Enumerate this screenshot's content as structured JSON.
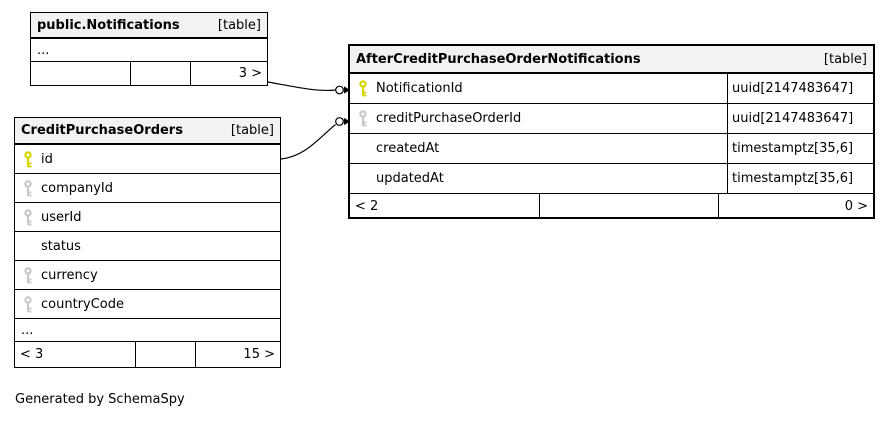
{
  "caption": "Generated by SchemaSpy",
  "colors": {
    "header_bg": "#f2f2f2",
    "primary_key_icon": "#d6d600",
    "index_key_icon": "#c9c9c9",
    "border": "#000000",
    "background": "#ffffff"
  },
  "tables": [
    {
      "title": "public.Notifications",
      "tag": "[table]",
      "more_columns_indicator": "...",
      "footer": {
        "left": "",
        "mid": "",
        "right": "3 >"
      }
    },
    {
      "title": "CreditPurchaseOrders",
      "tag": "[table]",
      "columns": [
        {
          "name": "id",
          "key": "primary"
        },
        {
          "name": "companyId",
          "key": "index"
        },
        {
          "name": "userId",
          "key": "index"
        },
        {
          "name": "status",
          "key": "none"
        },
        {
          "name": "currency",
          "key": "index"
        },
        {
          "name": "countryCode",
          "key": "index"
        }
      ],
      "more_columns_indicator": "...",
      "footer": {
        "left": "< 3",
        "mid": "",
        "right": "15 >"
      }
    },
    {
      "title": "AfterCreditPurchaseOrderNotifications",
      "tag": "[table]",
      "columns": [
        {
          "name": "NotificationId",
          "type": "uuid[2147483647]",
          "key": "primary"
        },
        {
          "name": "creditPurchaseOrderId",
          "type": "uuid[2147483647]",
          "key": "index"
        },
        {
          "name": "createdAt",
          "type": "timestamptz[35,6]",
          "key": "none"
        },
        {
          "name": "updatedAt",
          "type": "timestamptz[35,6]",
          "key": "none"
        }
      ],
      "footer": {
        "left": "< 2",
        "mid": "",
        "right": "0 >"
      }
    }
  ]
}
